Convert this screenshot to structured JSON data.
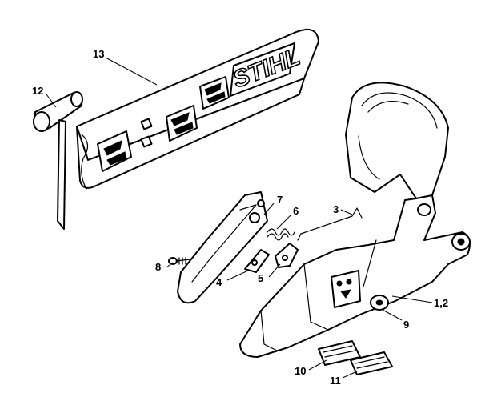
{
  "logo": {
    "text": "STIHL"
  },
  "callouts": [
    {
      "id": "13",
      "label": "13"
    },
    {
      "id": "12",
      "label": "12"
    },
    {
      "id": "7",
      "label": "7"
    },
    {
      "id": "6",
      "label": "6"
    },
    {
      "id": "3",
      "label": "3"
    },
    {
      "id": "8",
      "label": "8"
    },
    {
      "id": "4",
      "label": "4"
    },
    {
      "id": "5",
      "label": "5"
    },
    {
      "id": "1-2",
      "label": "1,2"
    },
    {
      "id": "9",
      "label": "9"
    },
    {
      "id": "10",
      "label": "10"
    },
    {
      "id": "11",
      "label": "11"
    }
  ]
}
